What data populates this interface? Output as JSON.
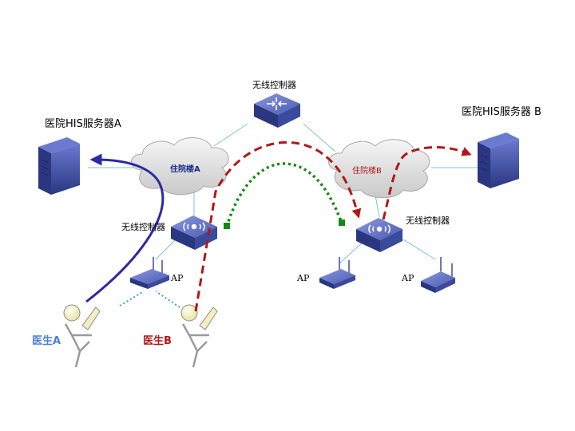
{
  "labels": {
    "controller_top": "无线控制器",
    "controller_left": "无线控制器",
    "controller_right": "无线控制器",
    "server_a": "医院HIS服务器A",
    "server_b": "医院HIS服务器 B",
    "building_a": "住院楼A",
    "building_b": "住院楼B",
    "ap_left": "AP",
    "ap_mid": "AP",
    "ap_right": "AP",
    "doctor_a": "医生A",
    "doctor_b": "医生B"
  },
  "colors": {
    "path_doctor_a": "#2a2aa8",
    "path_doctor_b": "#b01818",
    "path_controller_link": "#138a13",
    "doctor_a_text": "#4a7fd8",
    "doctor_b_text": "#b01818",
    "link_line": "#7cc4c8",
    "device_blue": "#3a4a9c"
  },
  "icons": {
    "server": "server-tower-icon",
    "controller": "wireless-controller-icon",
    "access_point": "access-point-icon",
    "cloud": "network-cloud-icon",
    "user": "user-laptop-icon"
  }
}
